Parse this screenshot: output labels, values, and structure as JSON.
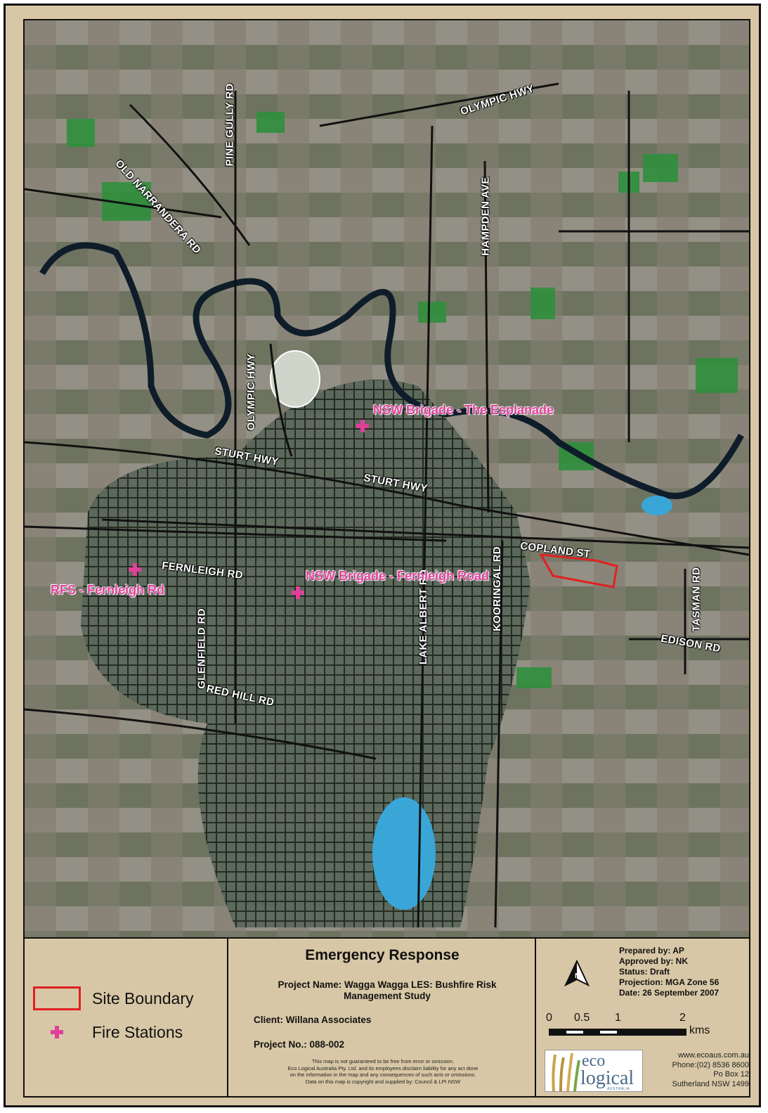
{
  "roads": [
    {
      "name": "OLYMPIC HWY",
      "id": "olympic-hwy-north"
    },
    {
      "name": "OLD NARRANDERA RD",
      "id": "old-narrandera-rd"
    },
    {
      "name": "PINE GULLY RD",
      "id": "pine-gully-rd"
    },
    {
      "name": "HAMPDEN AVE",
      "id": "hampden-ave"
    },
    {
      "name": "OLYMPIC HWY",
      "id": "olympic-hwy-south"
    },
    {
      "name": "STURT HWY",
      "id": "sturt-hwy-west"
    },
    {
      "name": "STURT HWY",
      "id": "sturt-hwy-east"
    },
    {
      "name": "COPLAND ST",
      "id": "copland-st"
    },
    {
      "name": "FERNLEIGH RD",
      "id": "fernleigh-rd"
    },
    {
      "name": "KOORINGAL RD",
      "id": "kooringal-rd"
    },
    {
      "name": "LAKE ALBERT RD",
      "id": "lake-albert-rd"
    },
    {
      "name": "GLENFIELD RD",
      "id": "glenfield-rd"
    },
    {
      "name": "RED HILL RD",
      "id": "red-hill-rd"
    },
    {
      "name": "TASMAN RD",
      "id": "tasman-rd"
    },
    {
      "name": "EDISON RD",
      "id": "edison-rd"
    }
  ],
  "stations": [
    {
      "label": "NSW Brigade - The Esplanade"
    },
    {
      "label": "NSW Brigade - Fernleigh Road"
    },
    {
      "label": "RFS - Fernleigh Rd"
    }
  ],
  "legend": {
    "site_boundary": "Site Boundary",
    "fire_stations": "Fire Stations"
  },
  "info": {
    "title": "Emergency Response",
    "project_name": "Project Name: Wagga Wagga LES: Bushfire Risk Management Study",
    "client": "Client: Willana Associates",
    "project_no": "Project No.: 088-002",
    "disclaimer_1": "This map is not guaranteed to be free from error or omission.",
    "disclaimer_2": "Eco Logical Australia Pty. Ltd. and its employees disclaim liability for any act done",
    "disclaimer_3": "on the information in the map and any consequences of such acts or omissions.",
    "disclaimer_4": "Data on this map is copyright and supplied by: Council & LPI NSW"
  },
  "meta": {
    "prepared_by": "Prepared by: AP",
    "approved_by": "Approved by: NK",
    "status": "Status: Draft",
    "projection": "Projection: MGA Zone 56",
    "date": "Date: 26 September 2007"
  },
  "scale": {
    "ticks": [
      "0",
      "0.5",
      "1",
      "2"
    ],
    "unit": "kms"
  },
  "logo": {
    "line1": "eco",
    "line2": "logical",
    "line3": "AUSTRALIA"
  },
  "contact": {
    "web": "www.ecoaus.com.au",
    "phone": "Phone:(02) 8536 8600",
    "po_box": "Po Box 12",
    "address": "Sutherland NSW 1499"
  },
  "colors": {
    "site_boundary": "#e02020",
    "fire_station": "#e0409a",
    "river": "#1a2a3a",
    "lake": "#3aa6d8"
  }
}
